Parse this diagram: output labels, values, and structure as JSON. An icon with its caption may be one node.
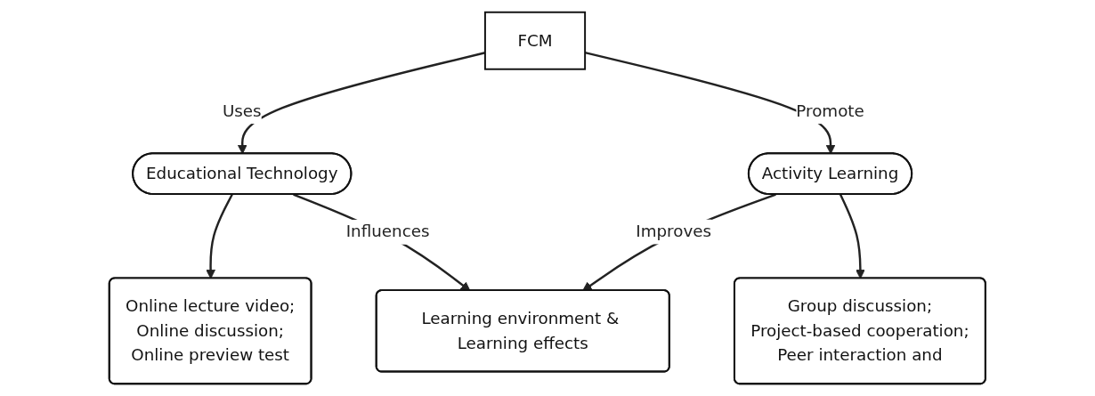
{
  "diagram": {
    "nodes": [
      {
        "text": [
          "FCM"
        ]
      },
      {
        "text": [
          "Online lecture video;",
          "Online discussion;",
          "Online preview test"
        ]
      },
      {
        "text": [
          "Group discussion;",
          "Project-based cooperation;",
          "Peer interaction and"
        ]
      },
      {
        "text": [
          "Educational Technology"
        ]
      },
      {
        "text": [
          "Activity Learning"
        ]
      },
      {
        "text": [
          "Learning environment & Learning effects"
        ]
      }
    ],
    "edges": [
      {
        "from": 0,
        "to": 3,
        "label": "Uses",
        "arrow": "to"
      },
      {
        "from": 0,
        "to": 4,
        "label": "Promote",
        "arrow": "to"
      },
      {
        "from": 3,
        "to": 1,
        "arrow": "to"
      },
      {
        "from": 4,
        "to": 2,
        "arrow": "to"
      },
      {
        "from": 3,
        "to": 5,
        "label": "Influences",
        "arrow": "to"
      },
      {
        "from": 4,
        "to": 5,
        "label": "Improves",
        "arrow": "to"
      }
    ]
  }
}
